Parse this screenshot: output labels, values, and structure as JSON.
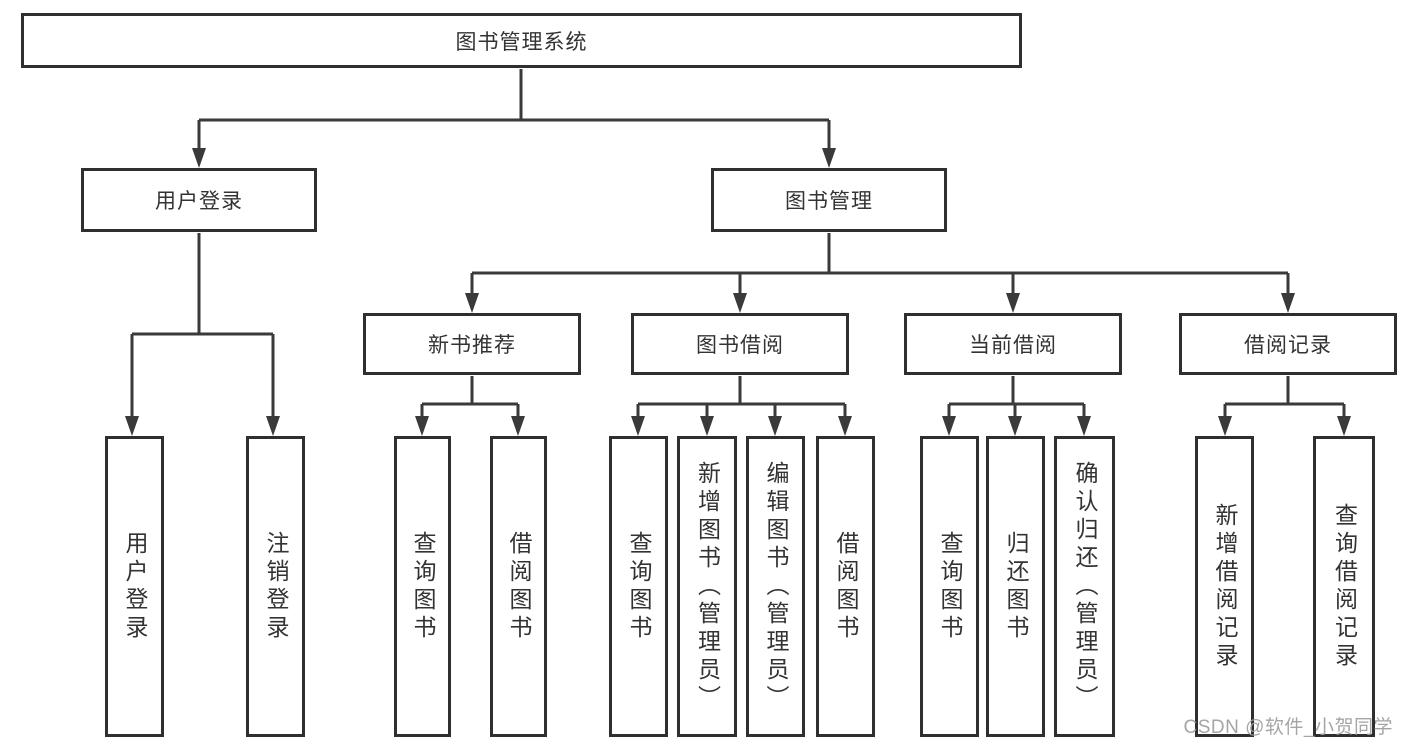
{
  "diagram": {
    "title_node": {
      "label": "图书管理系统"
    },
    "level2": [
      {
        "label": "用户登录"
      },
      {
        "label": "图书管理"
      }
    ],
    "level3": [
      {
        "label": "新书推荐"
      },
      {
        "label": "图书借阅"
      },
      {
        "label": "当前借阅"
      },
      {
        "label": "借阅记录"
      }
    ],
    "leaves": {
      "user_login": [
        {
          "label": "用户登录"
        },
        {
          "label": "注销登录"
        }
      ],
      "new_book_rec": [
        {
          "label": "查询图书"
        },
        {
          "label": "借阅图书"
        }
      ],
      "book_borrow": [
        {
          "label": "查询图书"
        },
        {
          "label": "新增图书（管理员）"
        },
        {
          "label": "编辑图书（管理员）"
        },
        {
          "label": "借阅图书"
        }
      ],
      "current_borrow": [
        {
          "label": "查询图书"
        },
        {
          "label": "归还图书"
        },
        {
          "label": "确认归还（管理员）"
        }
      ],
      "borrow_record": [
        {
          "label": "新增借阅记录"
        },
        {
          "label": "查询借阅记录"
        }
      ]
    },
    "colors": {
      "line": "#3a3a3a",
      "box_border": "#2f2f2f",
      "box_fill": "#ffffff",
      "text": "#333333",
      "watermark": "#9e9e9e"
    }
  },
  "watermark": {
    "text": "CSDN @软件_小贺同学"
  }
}
